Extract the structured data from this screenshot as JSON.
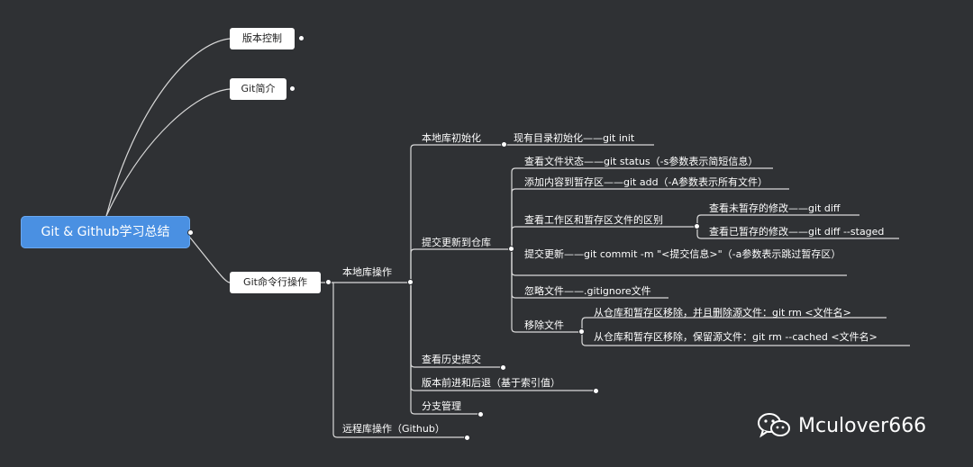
{
  "root": {
    "label": "Git & Github学习总结"
  },
  "branches": {
    "version_control": "版本控制",
    "git_intro": "Git简介",
    "git_cli": "Git命令行操作"
  },
  "local_repo": {
    "label": "本地库操作",
    "init": {
      "label": "本地库初始化",
      "child": "现有目录初始化——git init"
    },
    "commit": {
      "label": "提交更新到仓库",
      "status": "查看文件状态——git status（-s参数表示简短信息）",
      "add": "添加内容到暂存区——git add（-A参数表示所有文件）",
      "diff": {
        "label": "查看工作区和暂存区文件的区别",
        "unstaged": "查看未暂存的修改——git diff",
        "staged": "查看已暂存的修改——git diff --staged"
      },
      "commit_update": "提交更新——git commit -m \"<提交信息>\"（-a参数表示跳过暂存区）",
      "ignore": "忽略文件——.gitignore文件",
      "remove": {
        "label": "移除文件",
        "rm": "从仓库和暂存区移除，并且删除源文件：git rm <文件名>",
        "cached": "从仓库和暂存区移除，保留源文件：git rm --cached <文件名>"
      }
    },
    "history": "查看历史提交",
    "reset": "版本前进和后退（基于索引值）",
    "branch": "分支管理"
  },
  "remote_repo": {
    "label": "远程库操作（Github）"
  },
  "watermark": {
    "icon": "wechat-icon",
    "text": "Mculover666"
  },
  "colors": {
    "background": "#2f3134",
    "root": "#4a90e2",
    "line": "#d8d8d8"
  }
}
